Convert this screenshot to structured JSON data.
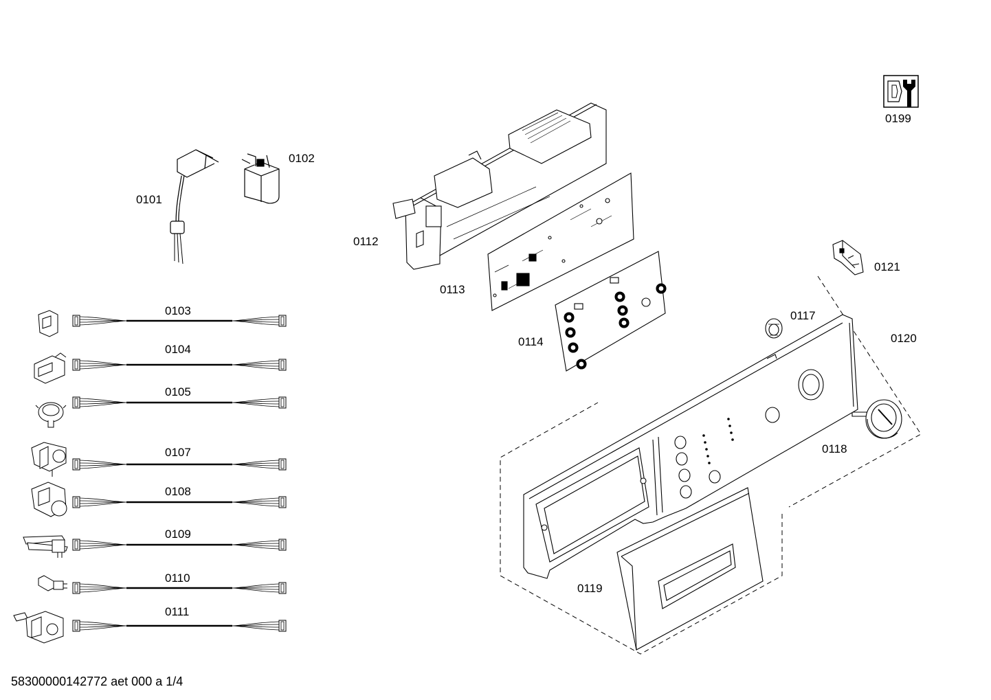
{
  "parts": {
    "p0101": "0101",
    "p0102": "0102",
    "p0103": "0103",
    "p0104": "0104",
    "p0105": "0105",
    "p0107": "0107",
    "p0108": "0108",
    "p0109": "0109",
    "p0110": "0110",
    "p0111": "0111",
    "p0112": "0112",
    "p0113": "0113",
    "p0114": "0114",
    "p0117": "0117",
    "p0118": "0118",
    "p0119": "0119",
    "p0120": "0120",
    "p0121": "0121",
    "p0199": "0199"
  },
  "footer": "58300000142772 aet 000 a 1/4",
  "icons": {
    "service": "wrench-tool-icon"
  }
}
